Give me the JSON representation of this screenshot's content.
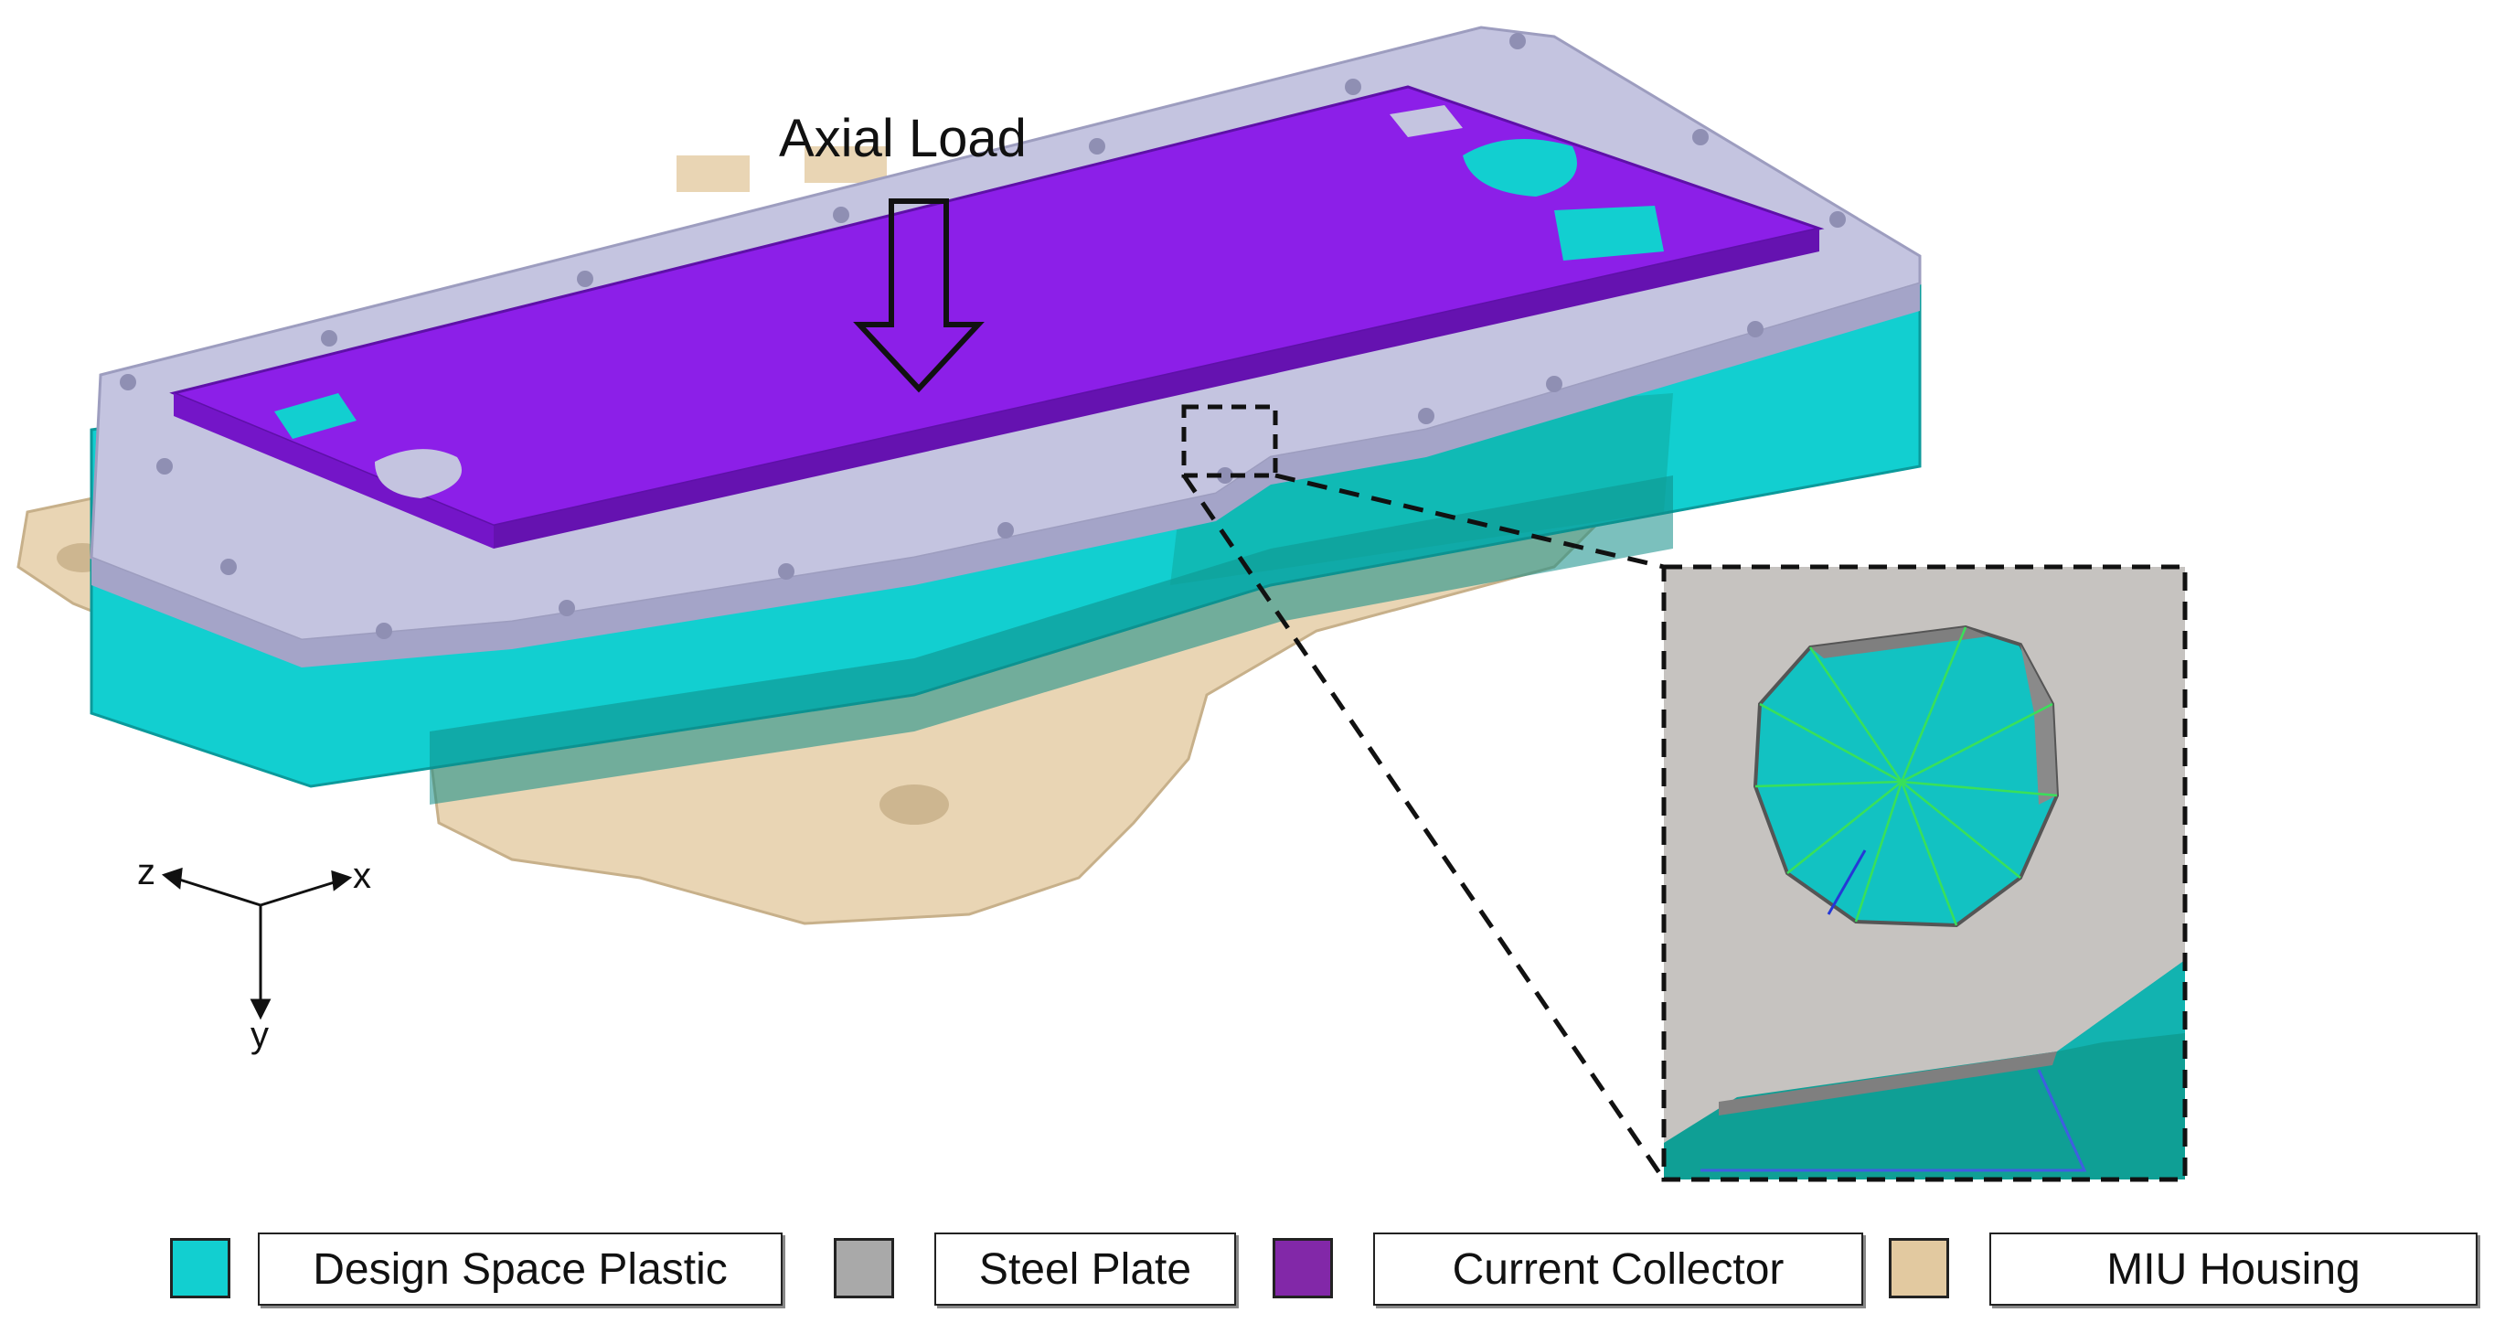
{
  "annotations": {
    "load_label": "Axial Load",
    "axis_z": "z",
    "axis_x": "x",
    "axis_y": "y"
  },
  "legend": [
    {
      "label": "Design Space Plastic",
      "color": "#12cfd0"
    },
    {
      "label": "Steel Plate",
      "color": "#a9a9a9"
    },
    {
      "label": "Current Collector",
      "color": "#8228a8"
    },
    {
      "label": "MIU Housing",
      "color": "#e2c9a0"
    }
  ],
  "colors": {
    "plastic": "#12cfd0",
    "plastic_dark": "#0f9fa0",
    "steel_frame": "#c4c4e0",
    "collector": "#8c1fe8",
    "housing": "#e9d5b4",
    "inset_bg": "#c6c3c0"
  }
}
